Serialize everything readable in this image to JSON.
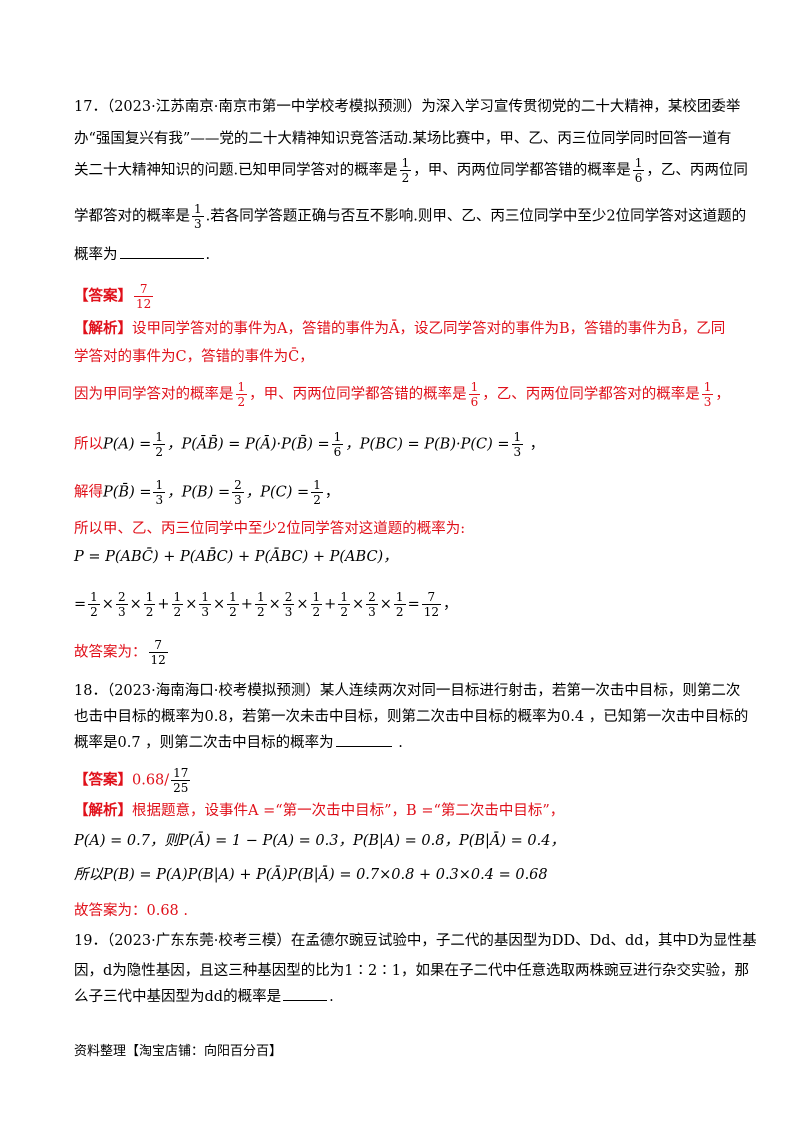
{
  "q17": {
    "line1": "17．（2023·江苏南京·南京市第一中学校考模拟预测）为深入学习宣传贯彻党的二十大精神，某校团委举",
    "line2": "办“强国复兴有我”——党的二十大精神知识竞答活动.某场比赛中，甲、乙、丙三位同学同时回答一道有",
    "line3a": "关二十大精神知识的问题.已知甲同学答对的概率是",
    "line3b": "，甲、丙两位同学都答错的概率是",
    "line3c": "，乙、丙两位同",
    "line4a": "学都答对的概率是",
    "line4b": ".若各同学答题正确与否互不影响.则甲、乙、丙三位同学中至少2位同学答对这道题的",
    "line5": "概率为",
    "answer_tag": "【答案】",
    "answer_num": "7",
    "answer_den": "12",
    "analysis_tag": "【解析】",
    "analysis1": "设甲同学答对的事件为A，答错的事件为Ā，设乙同学答对的事件为B，答错的事件为B̄，乙同",
    "analysis2": "学答对的事件为C，答错的事件为C̄，",
    "analysis3a": "因为甲同学答对的概率是",
    "analysis3b": "，甲、丙两位同学都答错的概率是",
    "analysis3c": "，乙、丙两位同学都答对的概率是",
    "analysis4a": "所以",
    "analysis4_expr1": "P(A) =",
    "analysis4_expr2": "，P(ĀB̄) = P(Ā)·P(B̄) =",
    "analysis4_expr3": "，P(BC) = P(B)·P(C) =",
    "analysis5a": "解得",
    "analysis5_expr1": "P(B̄) =",
    "analysis5_expr2": "，P(B) =",
    "analysis5_expr3": "，P(C) =",
    "analysis6": "所以甲、乙、丙三位同学中至少2位同学答对这道题的概率为:",
    "analysis7": "P = P(ABC̄) + P(AB̄C) + P(ĀBC) + P(ABC)，",
    "analysis9a": "故答案为：",
    "fractions": {
      "half": [
        "1",
        "2"
      ],
      "sixth": [
        "1",
        "6"
      ],
      "third": [
        "1",
        "3"
      ],
      "twothird": [
        "2",
        "3"
      ],
      "seventwelfth": [
        "7",
        "12"
      ]
    }
  },
  "q18": {
    "line1": "18．（2023·海南海口·校考模拟预测）某人连续两次对同一目标进行射击，若第一次击中目标，则第二次",
    "line2": "也击中目标的概率为0.8，若第一次未击中目标，则第二次击中目标的概率为0.4 ，已知第一次击中目标的",
    "line3": "概率是0.7 ，则第二次击中目标的概率为",
    "answer_tag": "【答案】",
    "answer_text": "0.68/",
    "answer_num": "17",
    "answer_den": "25",
    "analysis_tag": "【解析】",
    "analysis1": "根据题意，设事件A =“第一次击中目标”，B =“第二次击中目标”，",
    "analysis2": "P(A) = 0.7，则P(Ā) = 1 − P(A) = 0.3，P(B|A) = 0.8，P(B|Ā) = 0.4，",
    "analysis3": "所以P(B) = P(A)P(B|A) + P(Ā)P(B|Ā) = 0.7×0.8 + 0.3×0.4 = 0.68",
    "analysis4": "故答案为：0.68 ."
  },
  "q19": {
    "line1": "19．（2023·广东东莞·校考三模）在孟德尔豌豆试验中，子二代的基因型为DD、Dd、dd，其中D为显性基",
    "line2": "因，d为隐性基因，且这三种基因型的比为1∶2∶1，如果在子二代中任意选取两株豌豆进行杂交实验，那",
    "line3": "么子三代中基因型为dd的概率是"
  },
  "footer": "资料整理【淘宝店铺：向阳百分百】"
}
